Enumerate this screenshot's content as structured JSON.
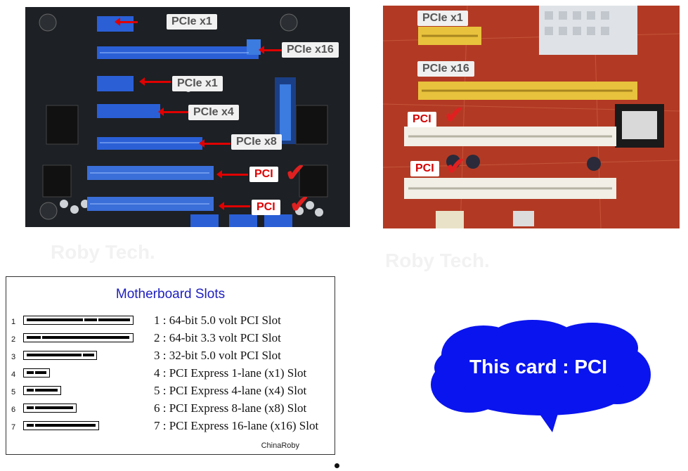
{
  "left_photo": {
    "labels": [
      {
        "id": "pcie-x1-top",
        "text": "PCIe x1",
        "kind": "slot"
      },
      {
        "id": "pcie-x16",
        "text": "PCIe x16",
        "kind": "slot"
      },
      {
        "id": "pcie-x1-mid",
        "text": "PCIe x1",
        "kind": "slot"
      },
      {
        "id": "pcie-x4",
        "text": "PCIe x4",
        "kind": "slot"
      },
      {
        "id": "pcie-x8",
        "text": "PCIe x8",
        "kind": "slot"
      },
      {
        "id": "pci-1",
        "text": "PCI",
        "kind": "pci"
      },
      {
        "id": "pci-2",
        "text": "PCI",
        "kind": "pci"
      }
    ],
    "check_mark": "✔",
    "watermark": "Roby Tech."
  },
  "right_photo": {
    "labels": [
      {
        "id": "pcie-x1",
        "text": "PCIe x1",
        "kind": "slot"
      },
      {
        "id": "pcie-x16",
        "text": "PCIe x16",
        "kind": "slot"
      },
      {
        "id": "pci-1",
        "text": "PCI",
        "kind": "pci"
      },
      {
        "id": "pci-2",
        "text": "PCI",
        "kind": "pci"
      }
    ],
    "check_mark": "✔",
    "watermark": "Roby Tech."
  },
  "legend": {
    "title": "Motherboard Slots",
    "credit": "ChinaRoby",
    "rows": [
      {
        "num": "1",
        "text": "1 : 64-bit 5.0 volt PCI Slot"
      },
      {
        "num": "2",
        "text": "2 : 64-bit 3.3 volt PCI Slot"
      },
      {
        "num": "3",
        "text": "3 : 32-bit 5.0 volt PCI Slot"
      },
      {
        "num": "4",
        "text": "4 : PCI Express 1-lane (x1) Slot"
      },
      {
        "num": "5",
        "text": "5 : PCI Express 4-lane (x4) Slot"
      },
      {
        "num": "6",
        "text": "6 : PCI Express 8-lane (x8) Slot"
      },
      {
        "num": "7",
        "text": "7 : PCI Express 16-lane (x16) Slot"
      }
    ]
  },
  "bubble": {
    "text": "This card : PCI",
    "color": "#0a14ee"
  },
  "colors": {
    "pcie_slot": "#2a5fd6",
    "pci_slot_left": "#3a6ed8",
    "pci_slot_right": "#f1efe6",
    "pcie_slot_right": "#e8c23c",
    "arrow": "#e00000"
  }
}
